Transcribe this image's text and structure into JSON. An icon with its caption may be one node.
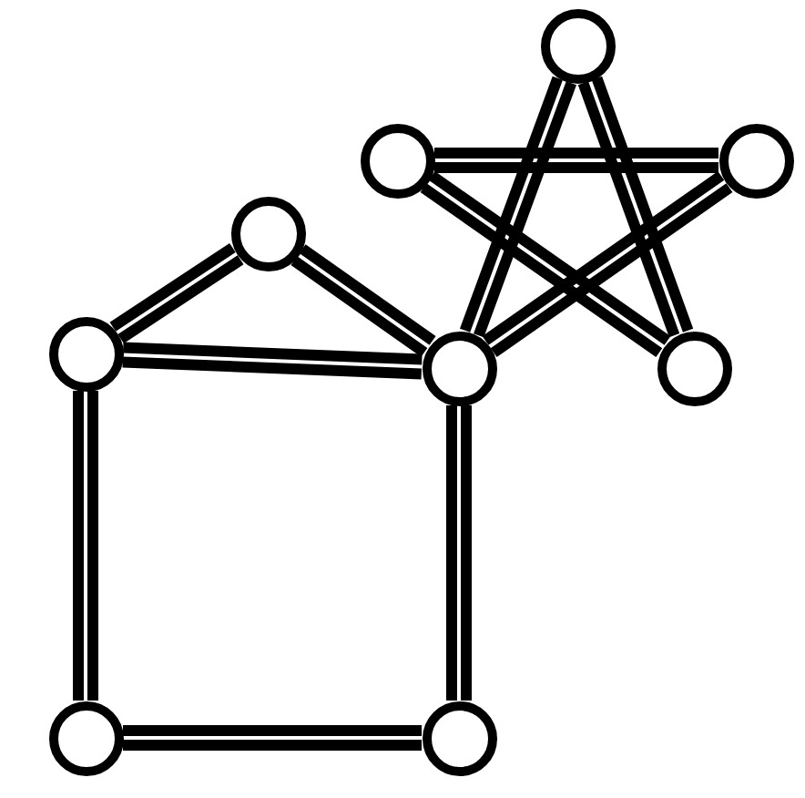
{
  "diagram": {
    "nodes": [
      {
        "text": [],
        "shape": "circle"
      },
      {
        "text": [],
        "shape": "circle"
      },
      {
        "text": [],
        "shape": "circle"
      },
      {
        "text": [],
        "shape": "circle"
      },
      {
        "text": [],
        "shape": "circle"
      },
      {
        "text": [],
        "shape": "circle"
      },
      {
        "text": [],
        "shape": "circle"
      },
      {
        "text": [],
        "shape": "circle"
      },
      {
        "text": [],
        "shape": "circle"
      }
    ],
    "edges": [
      {
        "from": 0,
        "to": 5,
        "arrow": "none"
      },
      {
        "from": 0,
        "to": 6,
        "arrow": "none"
      },
      {
        "from": 1,
        "to": 2,
        "arrow": "none"
      },
      {
        "from": 1,
        "to": 6,
        "arrow": "none"
      },
      {
        "from": 2,
        "to": 5,
        "arrow": "none"
      },
      {
        "from": 4,
        "to": 3,
        "arrow": "none"
      },
      {
        "from": 3,
        "to": 5,
        "arrow": "none"
      },
      {
        "from": 4,
        "to": 5,
        "arrow": "none"
      },
      {
        "from": 4,
        "to": 7,
        "arrow": "none"
      },
      {
        "from": 7,
        "to": 8,
        "arrow": "none"
      },
      {
        "from": 8,
        "to": 5,
        "arrow": "none"
      }
    ]
  }
}
